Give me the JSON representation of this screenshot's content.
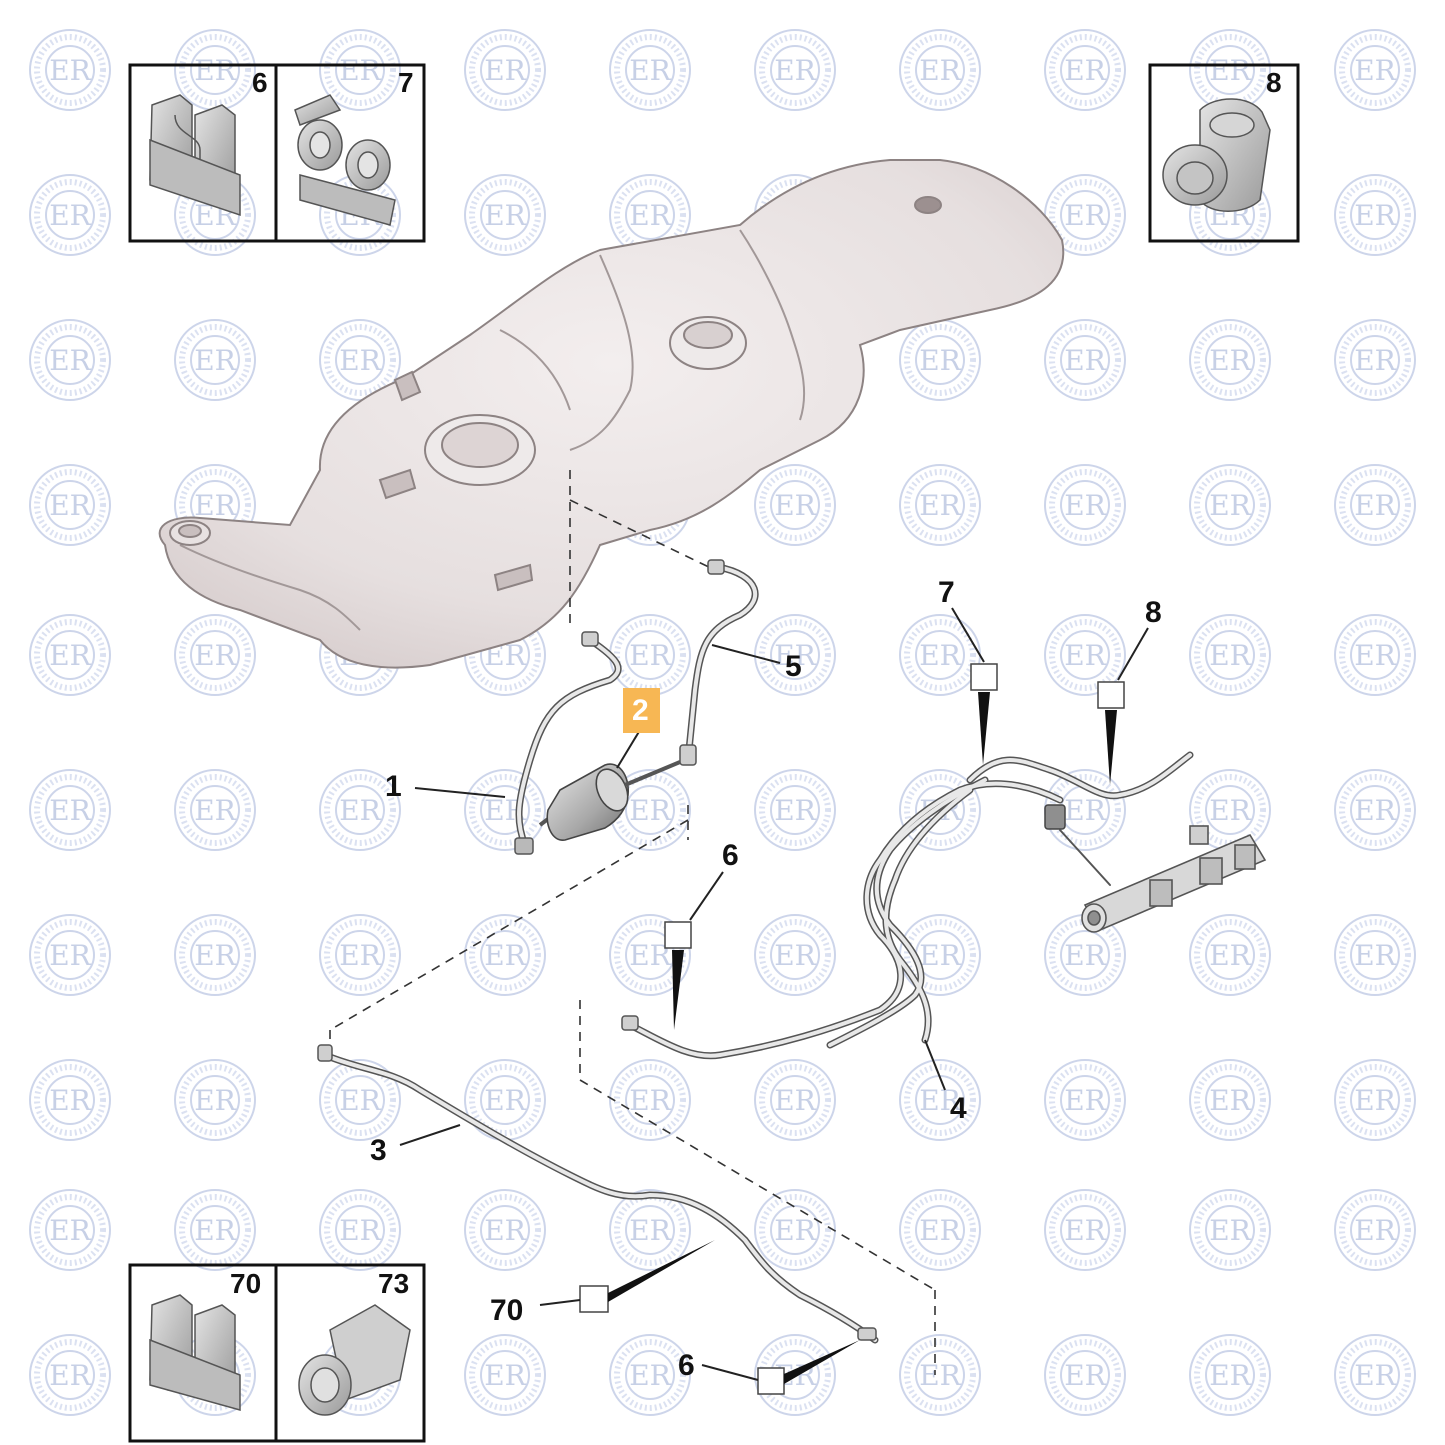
{
  "watermark": {
    "text": "ER",
    "ring_text": "EUROCAR REPUESTOS",
    "color": "#c7d0e6"
  },
  "highlight_color": "#f7b754",
  "callouts": [
    {
      "id": "1",
      "label": "1"
    },
    {
      "id": "2",
      "label": "2",
      "highlighted": true
    },
    {
      "id": "3",
      "label": "3"
    },
    {
      "id": "4",
      "label": "4"
    },
    {
      "id": "5",
      "label": "5"
    },
    {
      "id": "6a",
      "label": "6"
    },
    {
      "id": "6b",
      "label": "6"
    },
    {
      "id": "7",
      "label": "7"
    },
    {
      "id": "8",
      "label": "8"
    },
    {
      "id": "70",
      "label": "70"
    }
  ],
  "insets": [
    {
      "id": "6",
      "label": "6",
      "icon": "double-clip-icon"
    },
    {
      "id": "7",
      "label": "7",
      "icon": "pipe-clip-icon"
    },
    {
      "id": "8",
      "label": "8",
      "icon": "round-clip-icon"
    },
    {
      "id": "70",
      "label": "70",
      "icon": "double-clip-icon"
    },
    {
      "id": "73",
      "label": "73",
      "icon": "grommet-clip-icon"
    }
  ],
  "parts": [
    {
      "name": "fuel-tank-icon"
    },
    {
      "name": "fuel-filter-icon"
    },
    {
      "name": "fuel-rail-icon"
    },
    {
      "name": "fuel-pipe-icon"
    }
  ]
}
